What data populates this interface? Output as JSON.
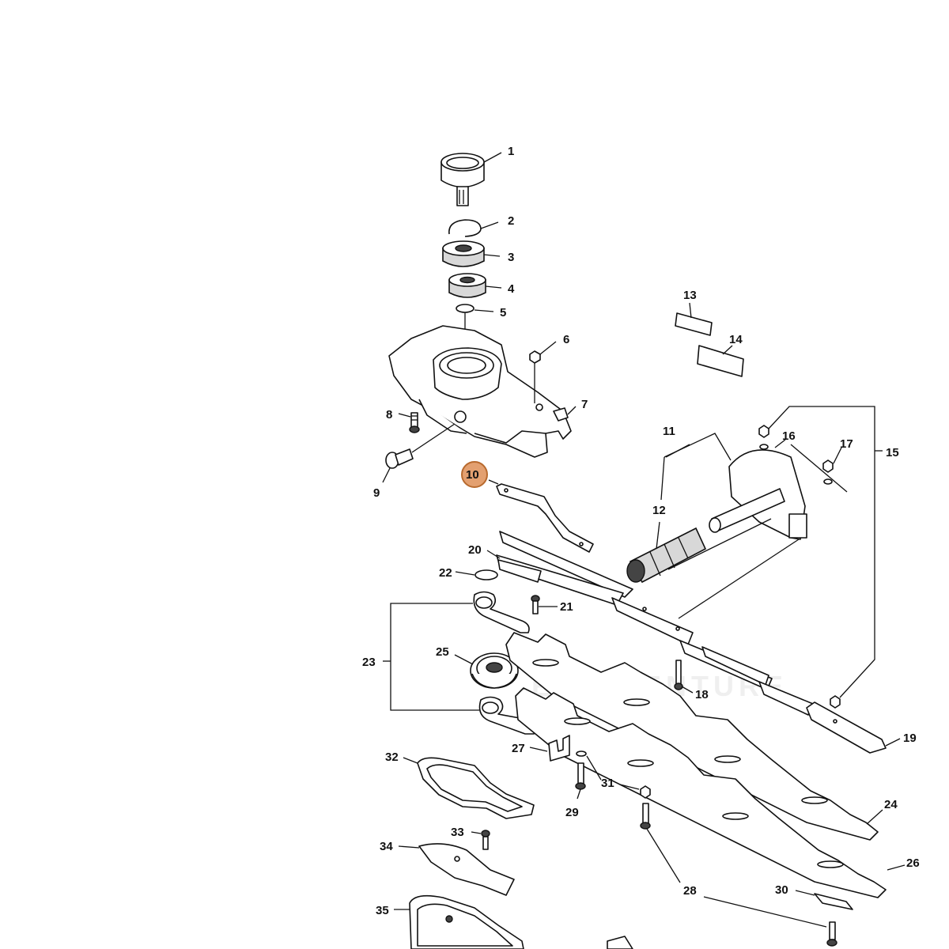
{
  "diagram": {
    "watermark": "EAR VENTURE",
    "highlight_color": "#e3a070",
    "highlighted_part": "10",
    "callouts": [
      "1",
      "2",
      "3",
      "4",
      "5",
      "6",
      "7",
      "8",
      "9",
      "10",
      "11",
      "12",
      "13",
      "14",
      "15",
      "16",
      "17",
      "18",
      "19",
      "20",
      "21",
      "22",
      "23",
      "24",
      "25",
      "26",
      "27",
      "28",
      "29",
      "30",
      "31",
      "32",
      "33",
      "34",
      "35"
    ]
  }
}
